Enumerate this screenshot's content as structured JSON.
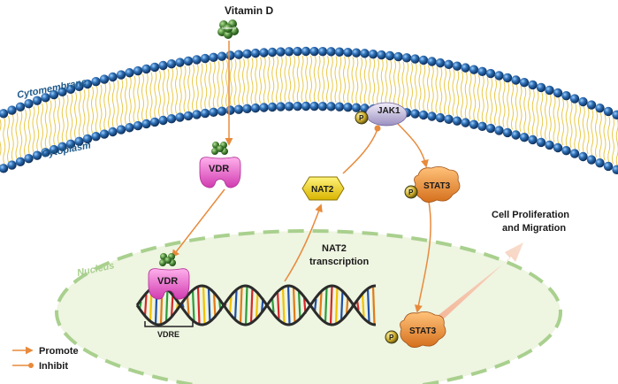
{
  "title": "Vitamin D",
  "labels": {
    "cytomembrane": "Cytomembrane",
    "cytoplasm": "Cytoplasm",
    "nucleus": "Nucleus",
    "vdr_top": "VDR",
    "vdr_nucleus": "VDR",
    "vdre": "VDRE",
    "nat2": "NAT2",
    "nat2_transcription_line1": "NAT2",
    "nat2_transcription_line2": "transcription",
    "jak1": "JAK1",
    "stat3_top": "STAT3",
    "stat3_bottom": "STAT3",
    "phospho": "P",
    "outcome_line1": "Cell Proliferation",
    "outcome_line2": "and Migration",
    "vitamin_d_molecule": "Vitamin D"
  },
  "legend": {
    "promote": "Promote",
    "inhibit": "Inhibit"
  },
  "colors": {
    "arrow": "#e88a3c",
    "bead": "#2e6fb5",
    "lipid": "#e8c84a",
    "vdr": "#e05cc0",
    "nat2": "#f2d200",
    "stat3": "#e8872e",
    "jak1": "#b8a8d8",
    "nucleus_fill": "#eef5e1",
    "nucleus_border": "#a9d08e",
    "molecule": "#4e8a3a"
  }
}
